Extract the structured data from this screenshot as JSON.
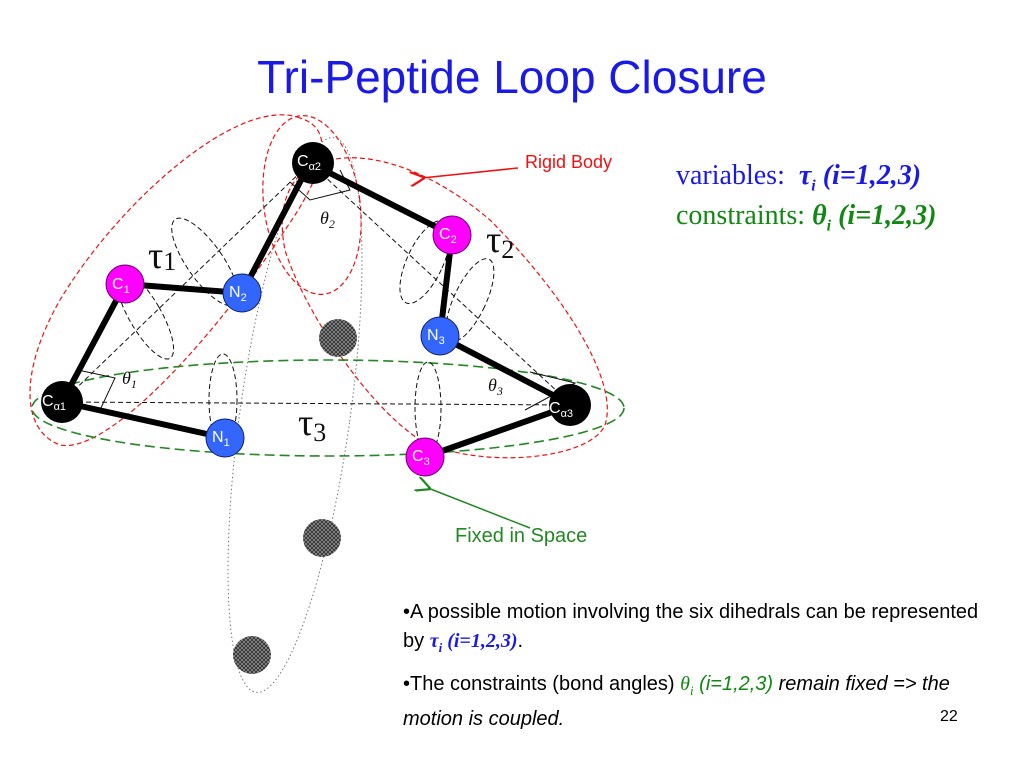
{
  "slide": {
    "title": "Tri-Peptide Loop Closure",
    "page_number": "22"
  },
  "equations": {
    "variables_label": "variables:",
    "variables_symbol": "τ",
    "variables_sub": "i",
    "variables_range": "(i=1,2,3)",
    "constraints_label": "constraints:",
    "constraints_symbol": "θ",
    "constraints_sub": "i",
    "constraints_range": "(i=1,2,3)"
  },
  "diagram": {
    "rigid_body_label": "Rigid Body",
    "fixed_in_space_label": "Fixed in Space",
    "atoms": {
      "ca1": {
        "main": "C",
        "sub": "α1"
      },
      "ca2": {
        "main": "C",
        "sub": "α2"
      },
      "ca3": {
        "main": "C",
        "sub": "α3"
      },
      "c1": {
        "main": "C",
        "sub": "1"
      },
      "c2": {
        "main": "C",
        "sub": "2"
      },
      "c3": {
        "main": "C",
        "sub": "3"
      },
      "n1": {
        "main": "N",
        "sub": "1"
      },
      "n2": {
        "main": "N",
        "sub": "2"
      },
      "n3": {
        "main": "N",
        "sub": "3"
      }
    },
    "tau_labels": {
      "tau1": {
        "symbol": "τ",
        "sub": "1"
      },
      "tau2": {
        "symbol": "τ",
        "sub": "2"
      },
      "tau3": {
        "symbol": "τ",
        "sub": "3"
      }
    },
    "theta_labels": {
      "theta1": {
        "symbol": "θ",
        "sub": "1"
      },
      "theta2": {
        "symbol": "θ",
        "sub": "2"
      },
      "theta3": {
        "symbol": "θ",
        "sub": "3"
      }
    },
    "colors": {
      "title": "#1a1ae6",
      "carbon_alpha": "#000000",
      "carbon": "#ff00ff",
      "nitrogen": "#3366ff",
      "rigid_body": "#ee1111",
      "fixed": "#228822"
    }
  },
  "bullets": {
    "b1_text": "•A possible motion involving the six dihedrals can be represented by ",
    "b1_symbol": "τ",
    "b1_sub": "i",
    "b1_range": " (i=1,2,3)",
    "b1_end": ".",
    "b2_text": "•The constraints (bond angles) ",
    "b2_symbol": "θ",
    "b2_sub": "i",
    "b2_range": " (i=1,2,3)",
    "b2_end": " remain fixed => the motion is coupled."
  }
}
